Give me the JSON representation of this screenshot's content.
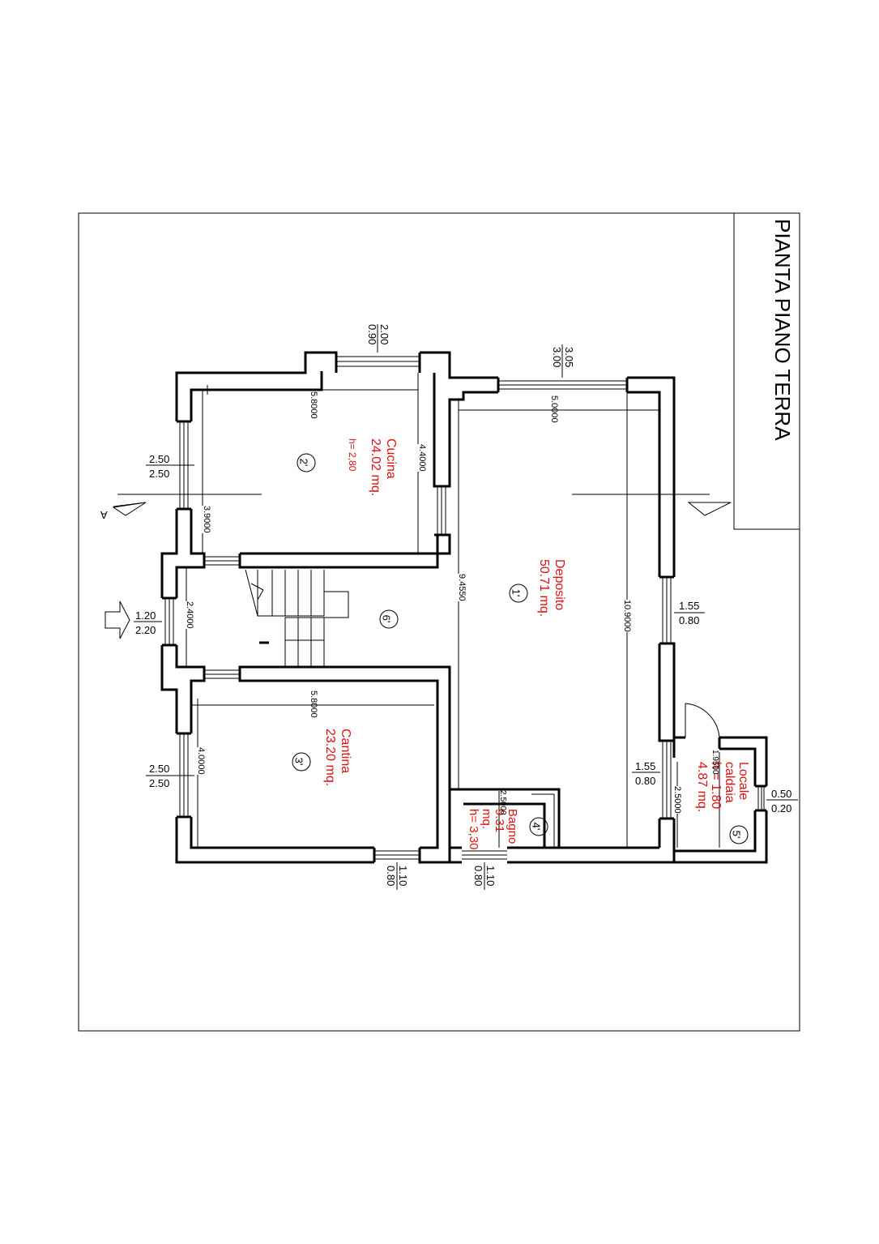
{
  "title": "PIANTA PIANO TERRA",
  "section_marker": "A",
  "rooms": [
    {
      "number": "1'",
      "name": "Deposito",
      "area": "50.71 mq."
    },
    {
      "number": "2'",
      "name": "Cucina",
      "area": "24.02 mq.",
      "height": "h= 2,80"
    },
    {
      "number": "3'",
      "name": "Cantina",
      "area": "23.20 mq."
    },
    {
      "number": "4'",
      "name": "Bagno",
      "area": "9.31",
      "unit": "mq.",
      "height": "h= 3,30"
    },
    {
      "number": "5'",
      "name": "Locale",
      "name2": "caldaia",
      "area": "4.87  mq.",
      "height": "h  = 1.80"
    },
    {
      "number": "6'"
    }
  ],
  "dimensions": {
    "cucina_length": "5.8000",
    "cucina_width": "4.4000",
    "cucina_side": "3.9000",
    "deposito_top": "5.0000",
    "deposito_length": "10.9000",
    "deposito_inner": "9.4550",
    "entrance": "2.4000",
    "cantina_length": "5.8000",
    "cantina_width": "4.0000",
    "bagno_width": "2.5000",
    "caldaia_width": "1.9500",
    "caldaia_length": "2.5000"
  },
  "openings": [
    {
      "top": "2.00",
      "bottom": "0.90"
    },
    {
      "top": "3.05",
      "bottom": "3.00"
    },
    {
      "top": "2.50",
      "bottom": "2.50"
    },
    {
      "top": "1.20",
      "bottom": "2.20"
    },
    {
      "top": "2.50",
      "bottom": "2.50"
    },
    {
      "top": "1.55",
      "bottom": "0.80"
    },
    {
      "top": "1.55",
      "bottom": "0.80"
    },
    {
      "top": "0.50",
      "bottom": "0.20"
    },
    {
      "top": "1.10",
      "bottom": "0.80"
    },
    {
      "top": "1.10",
      "bottom": "0.80"
    }
  ]
}
